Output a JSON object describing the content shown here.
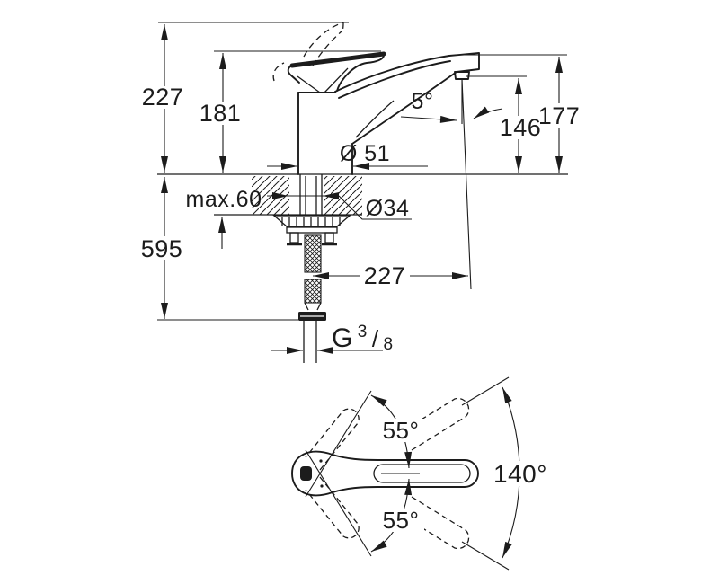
{
  "side_view": {
    "total_height": "227",
    "lever_height": "181",
    "spout_height": "177",
    "outlet_height": "146",
    "outlet_angle": "5°",
    "base_diameter": "Ø 51",
    "max_counter_thickness": "max.60",
    "hole_diameter": "Ø34",
    "hose_length": "595",
    "projection": "227",
    "thread": {
      "g": "G",
      "numerator": "3",
      "slash": "/",
      "denominator": "8"
    }
  },
  "top_view": {
    "swing_upper": "55°",
    "swing_lower": "55°",
    "swivel_range": "140°"
  },
  "colors": {
    "line": "#1c1c1c",
    "background": "#ffffff"
  }
}
